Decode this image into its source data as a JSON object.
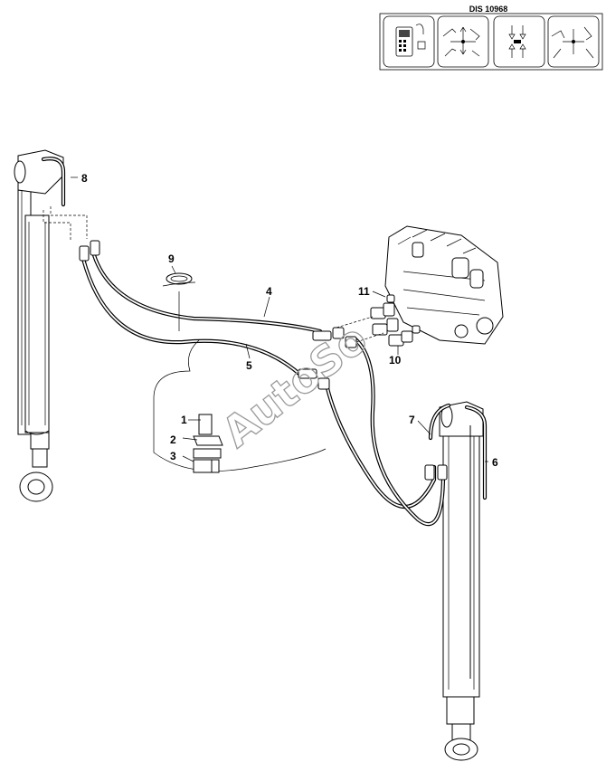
{
  "reference": {
    "label": "DIS 10968"
  },
  "icons": [
    {
      "name": "control-panel-icon"
    },
    {
      "name": "backhoe-boom-controls-icon"
    },
    {
      "name": "stabilizer-controls-icon"
    },
    {
      "name": "loader-arms-icon"
    }
  ],
  "callouts": {
    "c1": "1",
    "c2": "2",
    "c3": "3",
    "c4": "4",
    "c5": "5",
    "c6": "6",
    "c7": "7",
    "c8": "8",
    "c9": "9",
    "c10": "10",
    "c11": "11"
  },
  "watermark": "AutoSo"
}
